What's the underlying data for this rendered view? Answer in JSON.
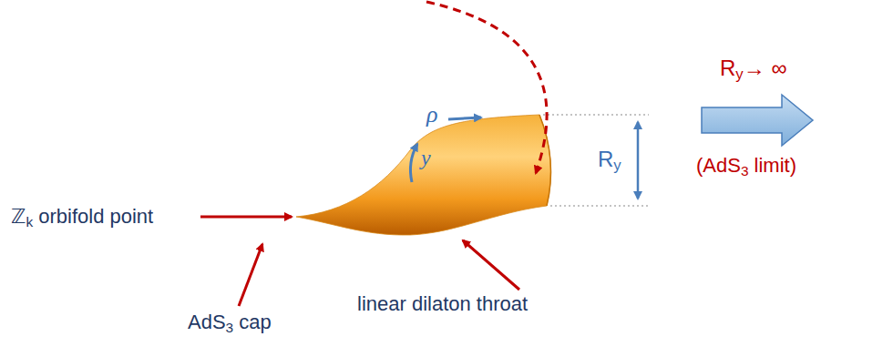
{
  "diagram": {
    "labels": [
      "ℤk orbifold point",
      "AdS3 cap",
      "linear dilaton throat",
      "ρ",
      "y",
      "Ry",
      "Ry→ ∞",
      "(AdS3 limit)"
    ]
  }
}
